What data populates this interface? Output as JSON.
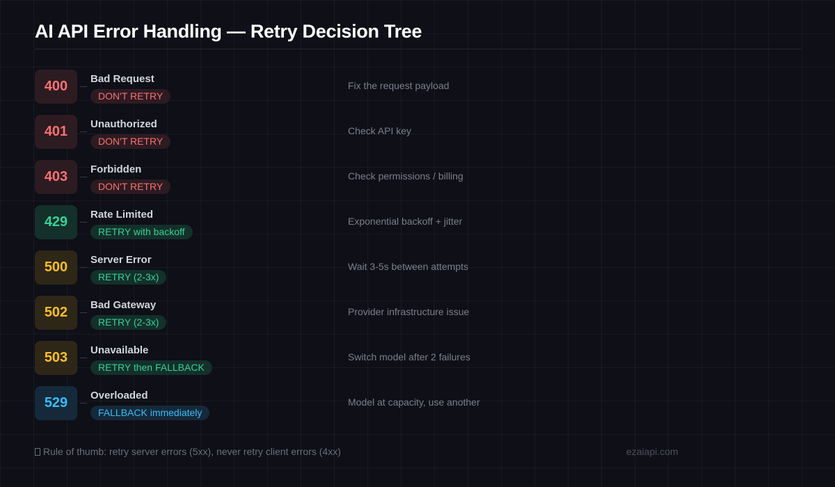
{
  "title": "AI API Error Handling — Retry Decision Tree",
  "colors": {
    "background": "#0e0f17",
    "grid": "#1a1b25",
    "client_error": "#f87171",
    "retry": "#34d399",
    "server_error": "#fbbf24",
    "fallback": "#38bdf8"
  },
  "rows": [
    {
      "code": "400",
      "label": "Bad Request",
      "action": "DON'T RETRY",
      "description": "Fix the request payload",
      "category": "client"
    },
    {
      "code": "401",
      "label": "Unauthorized",
      "action": "DON'T RETRY",
      "description": "Check API key",
      "category": "client"
    },
    {
      "code": "403",
      "label": "Forbidden",
      "action": "DON'T RETRY",
      "description": "Check permissions / billing",
      "category": "client"
    },
    {
      "code": "429",
      "label": "Rate Limited",
      "action": "RETRY with backoff",
      "description": "Exponential backoff + jitter",
      "category": "rate-limit"
    },
    {
      "code": "500",
      "label": "Server Error",
      "action": "RETRY (2-3x)",
      "description": "Wait 3-5s between attempts",
      "category": "server"
    },
    {
      "code": "502",
      "label": "Bad Gateway",
      "action": "RETRY (2-3x)",
      "description": "Provider infrastructure issue",
      "category": "server"
    },
    {
      "code": "503",
      "label": "Unavailable",
      "action": "RETRY then FALLBACK",
      "description": "Switch model after 2 failures",
      "category": "server"
    },
    {
      "code": "529",
      "label": "Overloaded",
      "action": "FALLBACK immediately",
      "description": "Model at capacity, use another",
      "category": "overloaded"
    }
  ],
  "footer": {
    "icon": "missing-glyph-icon",
    "note": "Rule of thumb: retry server errors (5xx), never retry client errors (4xx)",
    "brand": "ezaiapi.com"
  }
}
